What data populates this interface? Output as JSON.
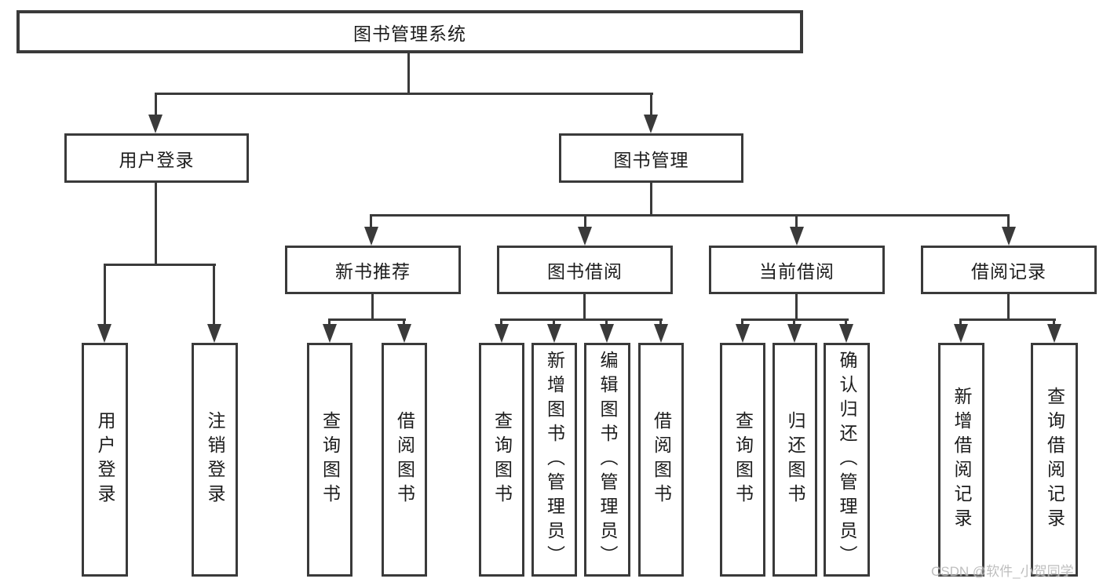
{
  "diagram": {
    "title": "图书管理系统",
    "level2": [
      {
        "label": "用户登录"
      },
      {
        "label": "图书管理"
      }
    ],
    "level3": [
      {
        "label": "新书推荐"
      },
      {
        "label": "图书借阅"
      },
      {
        "label": "当前借阅"
      },
      {
        "label": "借阅记录"
      }
    ],
    "leaves": [
      {
        "label": "用户登录"
      },
      {
        "label": "注销登录"
      },
      {
        "label": "查询图书"
      },
      {
        "label": "借阅图书"
      },
      {
        "label": "查询图书"
      },
      {
        "label": "新增图书（管理员）"
      },
      {
        "label": "编辑图书（管理员）"
      },
      {
        "label": "借阅图书"
      },
      {
        "label": "查询图书"
      },
      {
        "label": "归还图书"
      },
      {
        "label": "确认归还（管理员）"
      },
      {
        "label": "新增借阅记录"
      },
      {
        "label": "查询借阅记录"
      }
    ],
    "colors": {
      "line": "#3a3a3a",
      "text": "#1c1c1c",
      "background": "#ffffff"
    }
  },
  "watermark": {
    "text": "CSDN @软件_小贺同学",
    "color": "#b8b8b8"
  }
}
